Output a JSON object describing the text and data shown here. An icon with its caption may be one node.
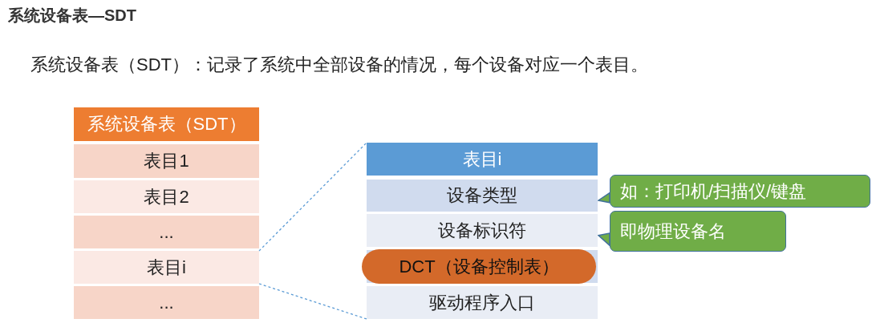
{
  "diagram": {
    "title": "系统设备表—SDT",
    "nodes": [
      {
        "text": [
          "系统设备表（SDT）"
        ]
      },
      {
        "text": [
          "表目1"
        ]
      },
      {
        "text": [
          "表目2"
        ]
      },
      {
        "text": [
          "..."
        ]
      },
      {
        "text": [
          "表目i"
        ]
      },
      {
        "text": [
          "..."
        ]
      },
      {
        "text": [
          "表目i"
        ]
      },
      {
        "text": [
          "设备类型"
        ]
      },
      {
        "text": [
          "设备标识符"
        ]
      },
      {
        "text": [
          "DCT（设备控制表）"
        ]
      },
      {
        "text": [
          "驱动程序入口"
        ]
      },
      {
        "text": [
          "如：打印机/扫描仪/键盘"
        ]
      },
      {
        "text": [
          "即物理设备名"
        ]
      }
    ],
    "edges": [
      {
        "from": 4,
        "to": 6,
        "arrow": "none",
        "style": "dashed",
        "color": "#5b9bd5"
      },
      {
        "from": 4,
        "to": 10,
        "arrow": "none",
        "style": "dashed",
        "color": "#5b9bd5"
      },
      {
        "from": 11,
        "to": 7,
        "arrow": "to"
      },
      {
        "from": 12,
        "to": 8,
        "arrow": "to"
      }
    ],
    "labels": [
      "系统设备表（SDT）：记录了系统中全部设备的情况，每个设备对应一个表目。"
    ]
  }
}
